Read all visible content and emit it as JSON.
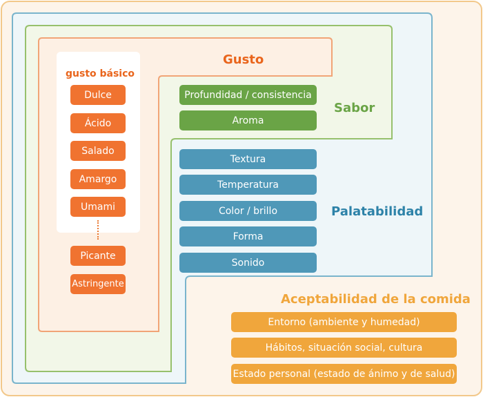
{
  "colors": {
    "page_bg": "#fdf4ea",
    "aceptabilidad_border": "#f2c88a",
    "palatabilidad_bg": "#eef6f9",
    "palatabilidad_border": "#79b4cc",
    "sabor_bg": "#f2f7e8",
    "sabor_border": "#96c06c",
    "gusto_bg": "#fdf0e4",
    "gusto_border": "#f1a476",
    "gusto_title": "#e9651c",
    "sabor_title": "#6aa446",
    "palatabilidad_title": "#2d82a8",
    "aceptabilidad_title": "#f0a63c"
  },
  "gusto": {
    "title": "Gusto",
    "panel_title": "gusto básico",
    "basic_items": [
      "Dulce",
      "Ácido",
      "Salado",
      "Amargo",
      "Umami"
    ],
    "extra_items": [
      "Picante",
      "Astringente"
    ]
  },
  "sabor": {
    "title": "Sabor",
    "items": [
      "Profundidad / consistencia",
      "Aroma"
    ]
  },
  "palatabilidad": {
    "title": "Palatabilidad",
    "items": [
      "Textura",
      "Temperatura",
      "Color / brillo",
      "Forma",
      "Sonido"
    ]
  },
  "aceptabilidad": {
    "title": "Aceptabilidad de la comida",
    "items": [
      "Entorno (ambiente y humedad)",
      "Hábitos, situación social, cultura",
      "Estado personal (estado de ánimo y de salud)"
    ]
  }
}
